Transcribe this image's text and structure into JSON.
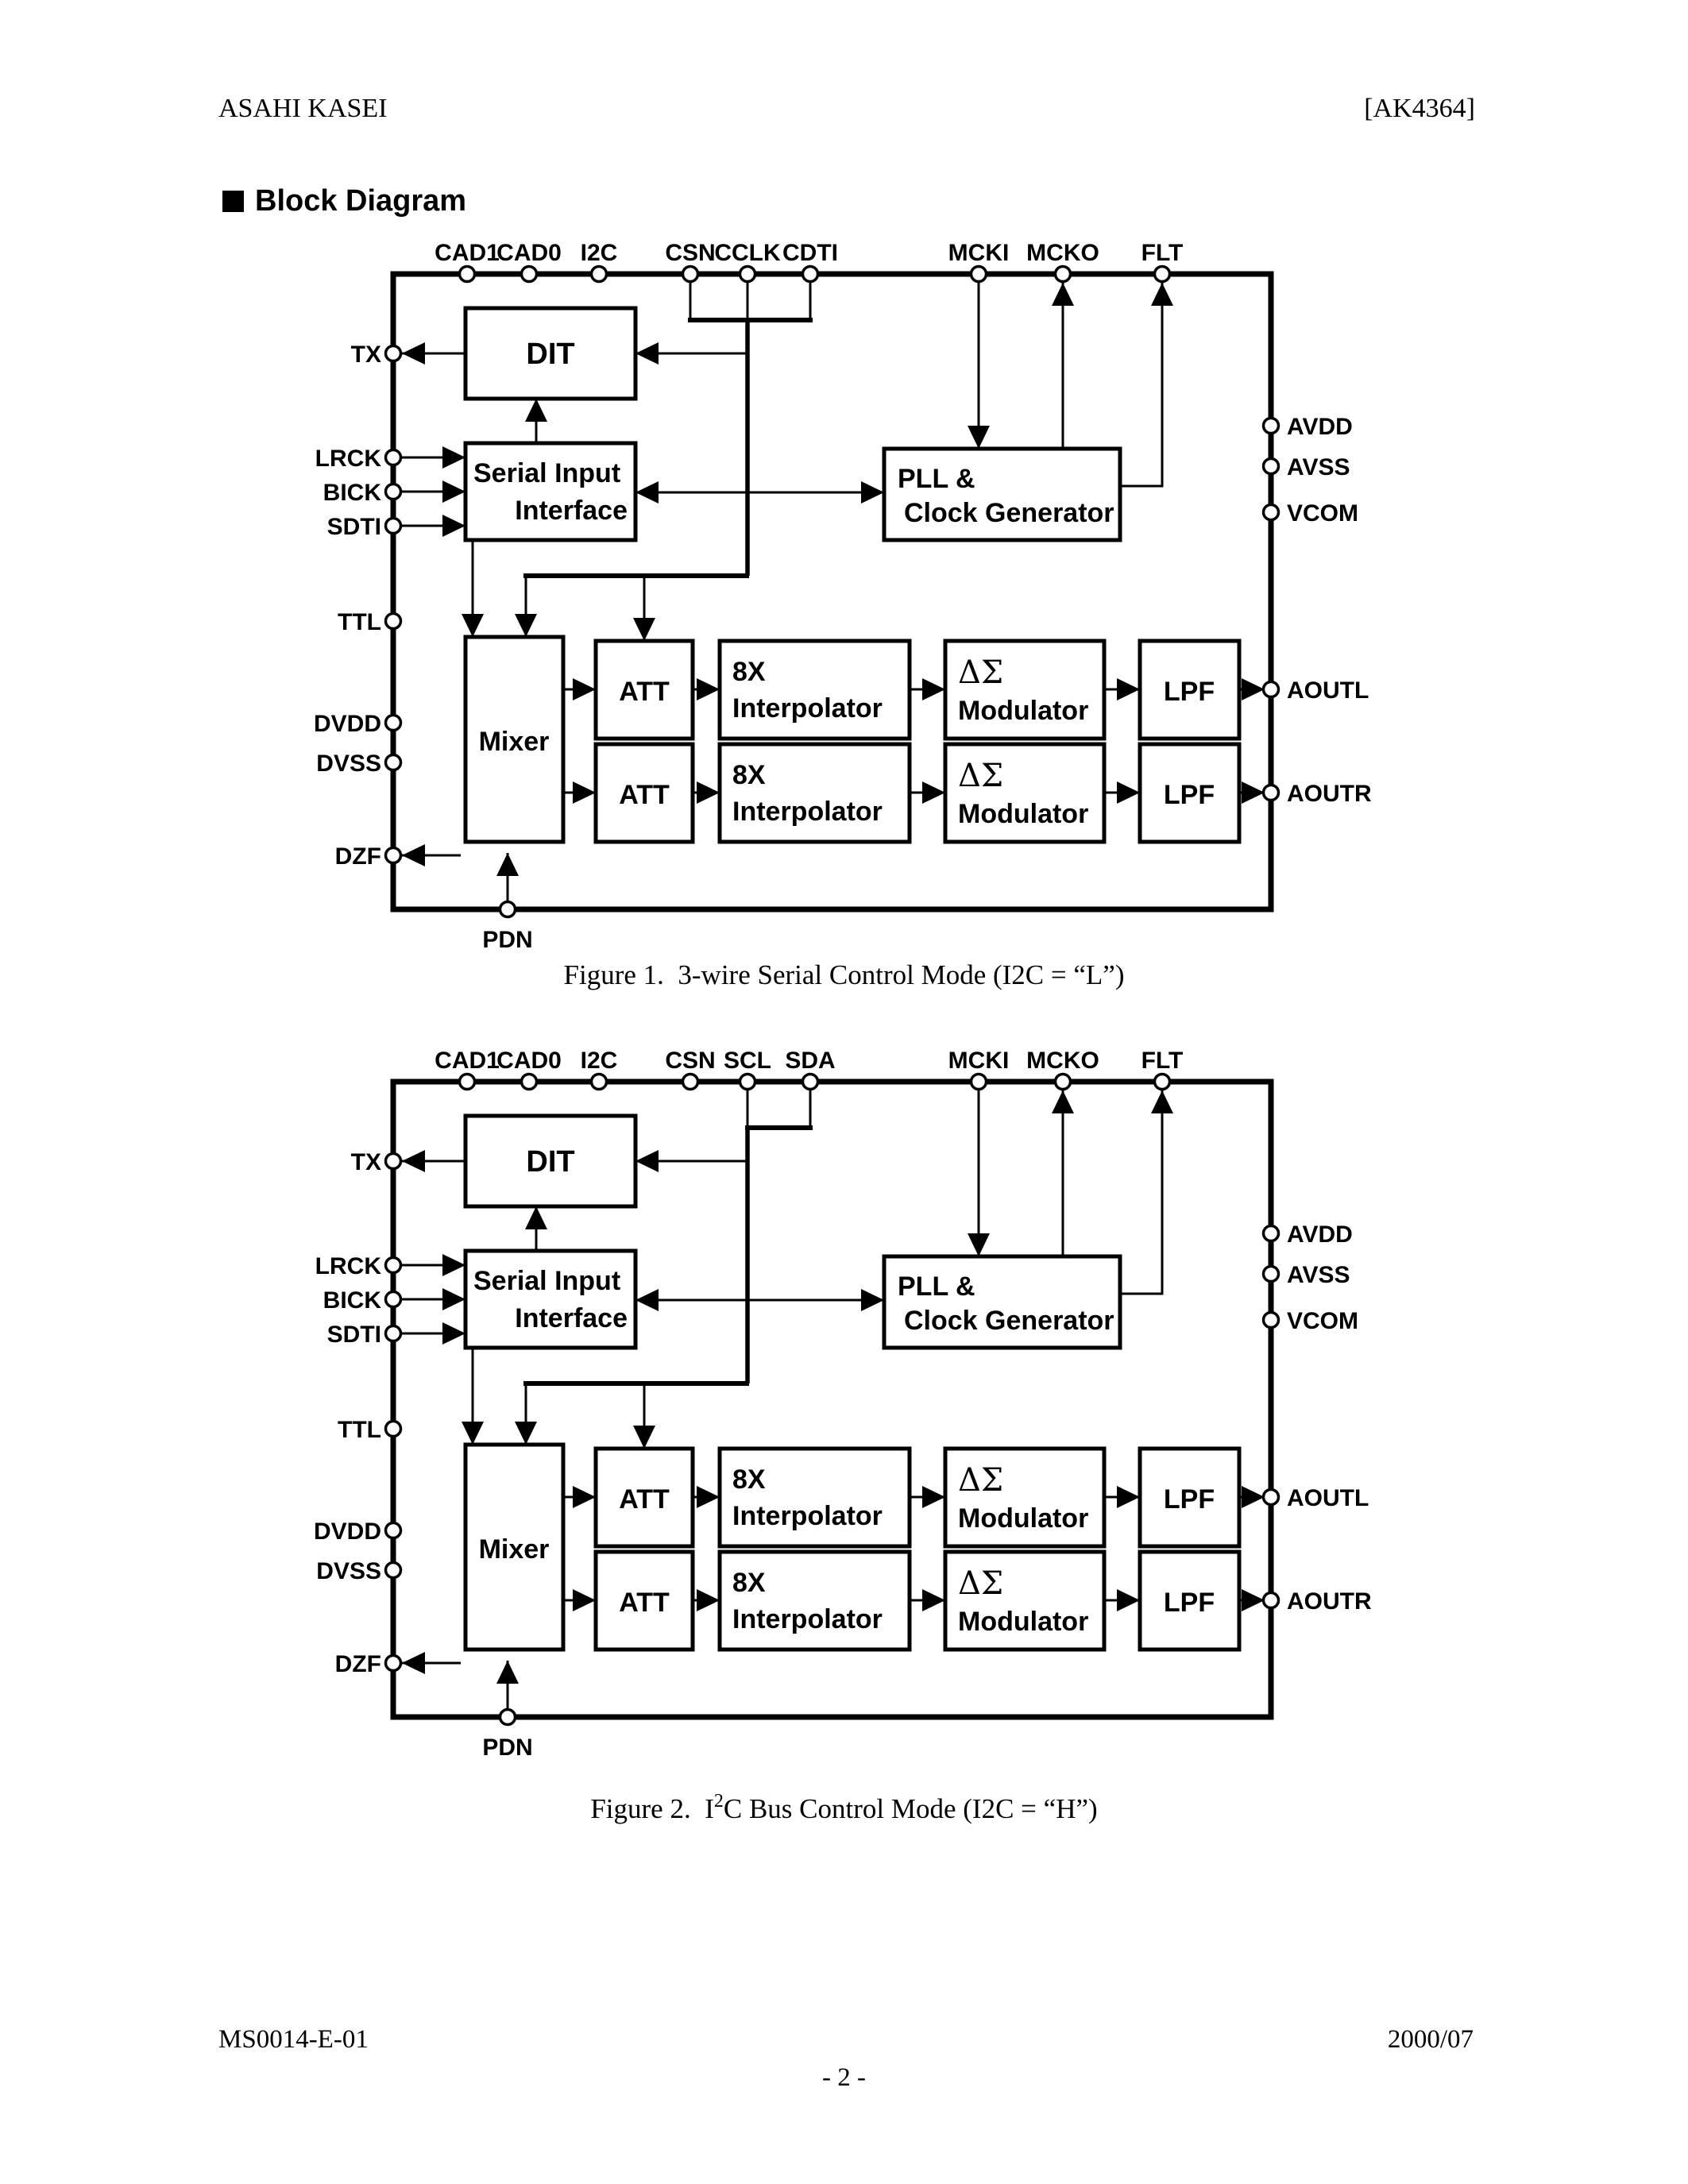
{
  "header": {
    "company": "ASAHI KASEI",
    "part_number": "[AK4364]"
  },
  "section": {
    "title": "Block Diagram"
  },
  "colors": {
    "ink": "#000000",
    "paper": "#ffffff"
  },
  "figures": [
    {
      "caption": {
        "pre": "Figure 1.  3-wire Serial Control Mode (I2C = “L”)",
        "sup": "",
        "post": ""
      },
      "top_pins": [
        "CAD1",
        "CAD0",
        "I2C",
        "CSN",
        "CCLK",
        "CDTI",
        "MCKI",
        "MCKO",
        "FLT"
      ],
      "left_pins": [
        "TX",
        "LRCK",
        "BICK",
        "SDTI",
        "TTL",
        "DVDD",
        "DVSS",
        "DZF"
      ],
      "right_pins": [
        "AVDD",
        "AVSS",
        "VCOM",
        "AOUTL",
        "AOUTR"
      ],
      "bottom_pins": [
        "PDN"
      ],
      "blocks": {
        "dit": "DIT",
        "sii_line1": "Serial Input",
        "sii_line2": "Interface",
        "pll_line1": "PLL &",
        "pll_line2": "Clock Generator",
        "mixer": "Mixer"
      },
      "rows": [
        {
          "att": "ATT",
          "interp_line1": "8X",
          "interp_line2": "Interpolator",
          "mod_line1": "ΔΣ",
          "mod_line2": "Modulator",
          "lpf": "LPF"
        },
        {
          "att": "ATT",
          "interp_line1": "8X",
          "interp_line2": "Interpolator",
          "mod_line1": "ΔΣ",
          "mod_line2": "Modulator",
          "lpf": "LPF"
        }
      ]
    },
    {
      "caption": {
        "pre": "Figure 2.  I",
        "sup": "2",
        "post": "C Bus Control Mode (I2C = “H”)"
      },
      "top_pins": [
        "CAD1",
        "CAD0",
        "I2C",
        "CSN",
        "SCL",
        "SDA",
        "MCKI",
        "MCKO",
        "FLT"
      ],
      "left_pins": [
        "TX",
        "LRCK",
        "BICK",
        "SDTI",
        "TTL",
        "DVDD",
        "DVSS",
        "DZF"
      ],
      "right_pins": [
        "AVDD",
        "AVSS",
        "VCOM",
        "AOUTL",
        "AOUTR"
      ],
      "bottom_pins": [
        "PDN"
      ],
      "blocks": {
        "dit": "DIT",
        "sii_line1": "Serial Input",
        "sii_line2": "Interface",
        "pll_line1": "PLL &",
        "pll_line2": "Clock Generator",
        "mixer": "Mixer"
      },
      "rows": [
        {
          "att": "ATT",
          "interp_line1": "8X",
          "interp_line2": "Interpolator",
          "mod_line1": "ΔΣ",
          "mod_line2": "Modulator",
          "lpf": "LPF"
        },
        {
          "att": "ATT",
          "interp_line1": "8X",
          "interp_line2": "Interpolator",
          "mod_line1": "ΔΣ",
          "mod_line2": "Modulator",
          "lpf": "LPF"
        }
      ]
    }
  ],
  "footer": {
    "doc_id": "MS0014-E-01",
    "date": "2000/07",
    "page": "- 2 -"
  }
}
